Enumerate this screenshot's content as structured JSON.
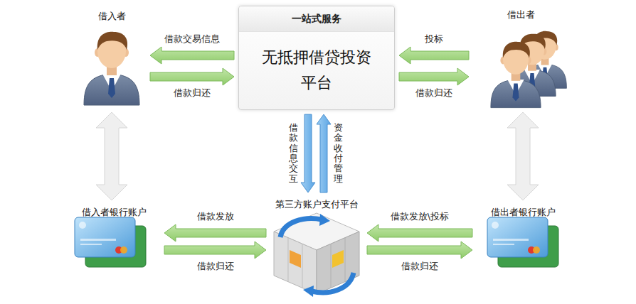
{
  "diagram": {
    "nodes": [
      {
        "text": [
          "借入者"
        ]
      },
      {
        "text": [
          "一站式服务",
          "无抵押借贷投资 平台"
        ]
      },
      {
        "text": [
          "借出者"
        ]
      },
      {
        "text": [
          "借入者银行账户"
        ]
      },
      {
        "text": [
          "第三方账户支付平台"
        ]
      },
      {
        "text": [
          "借出者银行账户"
        ]
      }
    ],
    "edges": [
      {
        "from": 1,
        "to": 0,
        "label": "借款交易信息",
        "arrow": "to"
      },
      {
        "from": 0,
        "to": 1,
        "label": "借款归还",
        "arrow": "to"
      },
      {
        "from": 2,
        "to": 1,
        "label": "投标",
        "arrow": "to"
      },
      {
        "from": 1,
        "to": 2,
        "label": "借款归还",
        "arrow": "to"
      },
      {
        "from": 1,
        "to": 4,
        "label": "借款信息交互",
        "arrow": "to"
      },
      {
        "from": 4,
        "to": 1,
        "label": "资金收付管理",
        "arrow": "to"
      },
      {
        "from": 0,
        "to": 3,
        "arrow": "both"
      },
      {
        "from": 2,
        "to": 5,
        "arrow": "both"
      },
      {
        "from": 4,
        "to": 3,
        "label": "借款发放",
        "arrow": "to"
      },
      {
        "from": 3,
        "to": 4,
        "label": "借款归还",
        "arrow": "to"
      },
      {
        "from": 5,
        "to": 4,
        "label": "借款发放\\投标",
        "arrow": "to"
      },
      {
        "from": 4,
        "to": 5,
        "label": "借款归还",
        "arrow": "to"
      }
    ]
  }
}
